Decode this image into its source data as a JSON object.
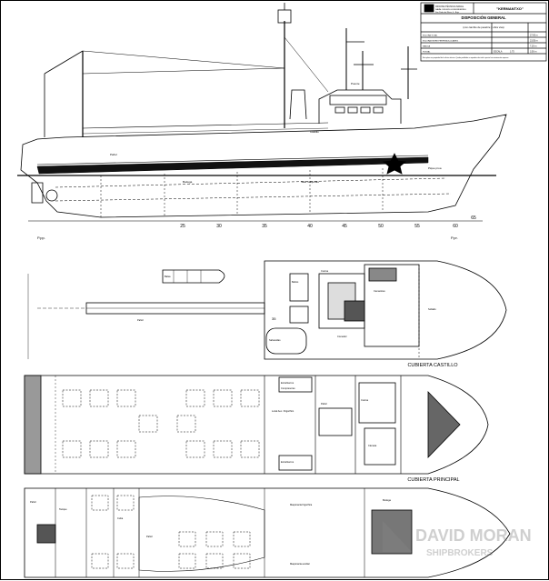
{
  "title_block": {
    "office_line1": "OFICINA TÉCNICA NAVAL",
    "office_line2": "NAVAL DESIGN & ENGINEERING",
    "office_line3": "San Pedro de Ribas, 4 - Bajo",
    "vessel_name": "\"KERMANTXO\"",
    "drawing_title": "DISPOSICIÓN GENERAL",
    "drawing_subtitle": "(con cambio de pesebre y obra viva)",
    "row_labels": [
      "ESLORA TOTAL",
      "ESLORA ENTRE PERPENDICULARES",
      "MANGA",
      "PUNTAL",
      "CALADO"
    ],
    "row_values": [
      "27,00 m",
      "23,55 m",
      "7,20 m",
      "3,50 m",
      "3,00 m"
    ],
    "scale_label": "ESCALA",
    "scale_value": "1:75",
    "notes": "Este plano es propiedad de la oficina técnica. Queda prohibida su reproducción total o parcial sin autorización expresa."
  },
  "profile": {
    "labels": [
      "Castillo",
      "Puente",
      "Pañol",
      "Sala máquinas",
      "Bodega",
      "Pique proa",
      "Sala máquinas"
    ],
    "frame_numbers": [
      "25",
      "30",
      "35",
      "40",
      "45",
      "50",
      "55",
      "60",
      "65"
    ],
    "perpendicular_aft": "P.pp.",
    "perpendicular_fwd": "P.pr."
  },
  "deck_castillo": {
    "title": "CUBIERTA CASTILLO",
    "labels": [
      "Balsa",
      "Salvavidas",
      "Cocina",
      "Baños",
      "Camarotes",
      "Sollado",
      "Comedor",
      "Pañol"
    ],
    "frame_label": "35"
  },
  "deck_principal": {
    "title": "CUBIERTA PRINCIPAL",
    "labels": [
      "Entrehierros",
      "Compresores",
      "Local Aux. Frigorífico",
      "Entrehierros",
      "Pañol",
      "Cocina",
      "Cámara"
    ]
  },
  "deck_lower": {
    "labels": [
      "Pañol",
      "Tanque",
      "Cuba",
      "Maquinaria frigorífica",
      "Maquinaria auxiliar",
      "Pañol",
      "Bodega"
    ]
  },
  "watermark": {
    "brand_top": "DAVID MORAN",
    "brand_bottom": "SHIPBROKERS"
  }
}
